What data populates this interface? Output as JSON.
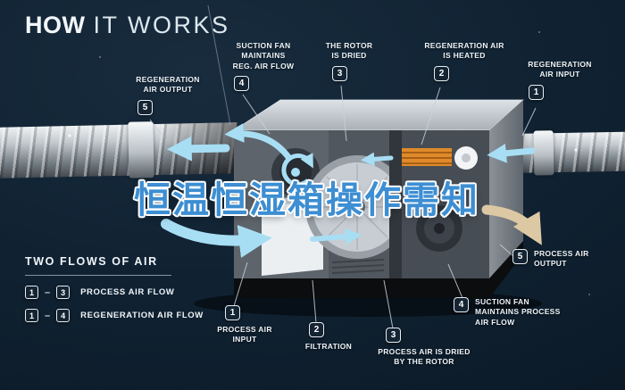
{
  "title": {
    "word1": "HOW",
    "word2": "IT WORKS"
  },
  "overlay_title": {
    "text": "恒温恒湿箱操作需知",
    "color": "#3d8ed2"
  },
  "callouts": {
    "reg_air_output": {
      "num": "5",
      "label": "REGENERATION\nAIR OUTPUT"
    },
    "suction_fan_reg": {
      "num": "4",
      "label": "SUCTION FAN\nMAINTAINS\nREG. AIR FLOW"
    },
    "rotor_dried": {
      "num": "3",
      "label": "THE ROTOR\nIS DRIED"
    },
    "reg_air_heated": {
      "num": "2",
      "label": "REGENERATION AIR\nIS HEATED"
    },
    "reg_air_input": {
      "num": "1",
      "label": "REGENERATION\nAIR INPUT"
    },
    "process_air_output": {
      "num": "5",
      "label": "PROCESS AIR\nOUTPUT"
    },
    "suction_fan_process": {
      "num": "4",
      "label": "SUCTION FAN\nMAINTAINS PROCESS\nAIR FLOW"
    },
    "process_air_dried": {
      "num": "3",
      "label": "PROCESS AIR IS DRIED\nBY THE ROTOR"
    },
    "filtration": {
      "num": "2",
      "label": "FILTRATION"
    },
    "process_air_input": {
      "num": "1",
      "label": "PROCESS AIR\nINPUT"
    }
  },
  "legend": {
    "heading": "TWO FLOWS OF AIR",
    "rows": [
      {
        "from": "1",
        "dash": "–",
        "to": "3",
        "label": "PROCESS AIR FLOW"
      },
      {
        "from": "1",
        "dash": "–",
        "to": "4",
        "label": "REGENERATION AIR FLOW"
      }
    ]
  },
  "colors": {
    "background": "#0e1d2b",
    "flow_arrow_blue": "#a8def4",
    "process_out_tan": "#dcc9a4",
    "heater_orange": "#df8a2a",
    "overlay_blue": "#3d8ed2",
    "text_light": "#edf3f8"
  }
}
